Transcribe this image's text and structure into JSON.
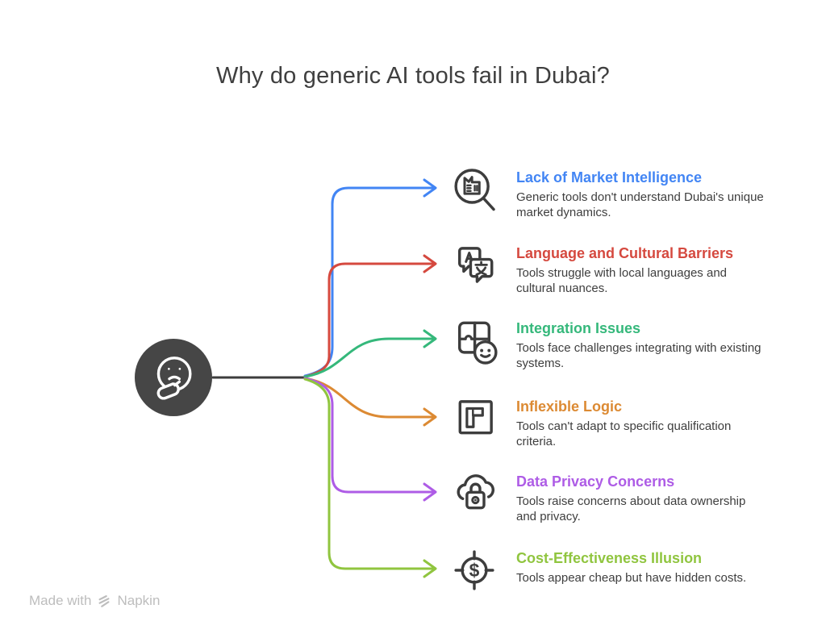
{
  "page": {
    "title": "Why do generic AI tools fail in Dubai?"
  },
  "theme": {
    "ink": "#3d3d3d",
    "title_color": "#3f3f3f",
    "center_node_bg": "#464646",
    "footer_color": "#bdbdbd"
  },
  "center_node": {
    "icon": "thinking-face-icon"
  },
  "items": [
    {
      "icon": "magnifier-news-icon",
      "color": "#4285F4",
      "title": "Lack of Market Intelligence",
      "description": "Generic tools don't understand Dubai's unique market dynamics."
    },
    {
      "icon": "translate-bubbles-icon",
      "color": "#D5493F",
      "title": "Language and Cultural Barriers",
      "description": "Tools struggle with local languages and cultural nuances."
    },
    {
      "icon": "puzzle-smiley-icon",
      "color": "#35B87B",
      "title": "Integration Issues",
      "description": "Tools face challenges integrating with existing systems."
    },
    {
      "icon": "flag-square-icon",
      "color": "#DC8A33",
      "title": "Inflexible Logic",
      "description": "Tools can't adapt to specific qualification criteria."
    },
    {
      "icon": "cloud-lock-icon",
      "color": "#AE5CE6",
      "title": "Data Privacy Concerns",
      "description": "Tools raise concerns about data ownership and privacy."
    },
    {
      "icon": "target-dollar-icon",
      "color": "#90C53F",
      "title": "Cost-Effectiveness Illusion",
      "description": "Tools appear cheap but have hidden costs."
    }
  ],
  "footer": {
    "prefix": "Made with",
    "brand": "Napkin",
    "logo": "napkin-logo-icon"
  }
}
